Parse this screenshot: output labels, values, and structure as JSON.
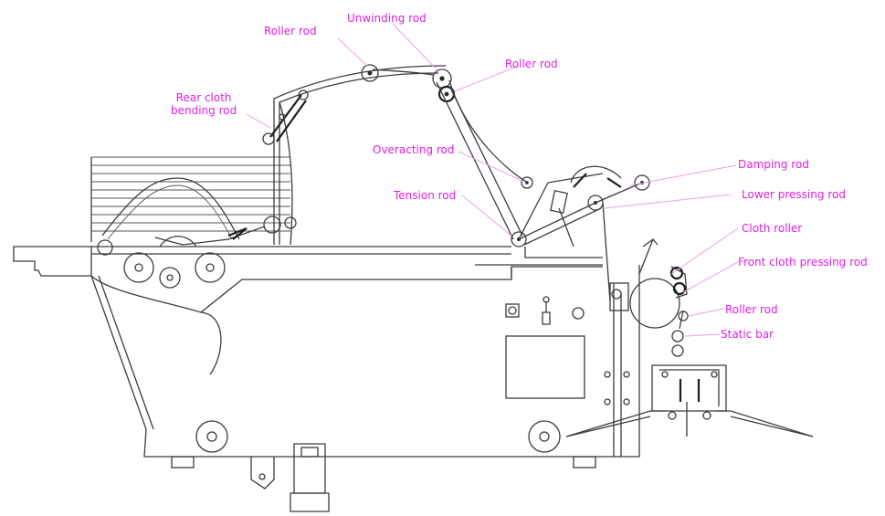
{
  "diagram": {
    "labels": {
      "roller_rod_top": "Roller rod",
      "unwinding_rod": "Unwinding rod",
      "roller_rod_right": "Roller rod",
      "rear_cloth_bending_rod": "Rear cloth\nbending rod",
      "overacting_rod": "Overacting rod",
      "tension_rod": "Tension rod",
      "damping_rod": "Damping rod",
      "lower_pressing_rod": "Lower pressing rod",
      "cloth_roller": "Cloth roller",
      "front_cloth_pressing_rod": "Front cloth pressing rod",
      "roller_rod_front": "Roller rod",
      "static_bar": "Static bar"
    },
    "colors": {
      "label": "#e01ee0",
      "leader": "#e8a2e8",
      "line_art": "#3c3c3c",
      "background": "#ffffff"
    }
  }
}
